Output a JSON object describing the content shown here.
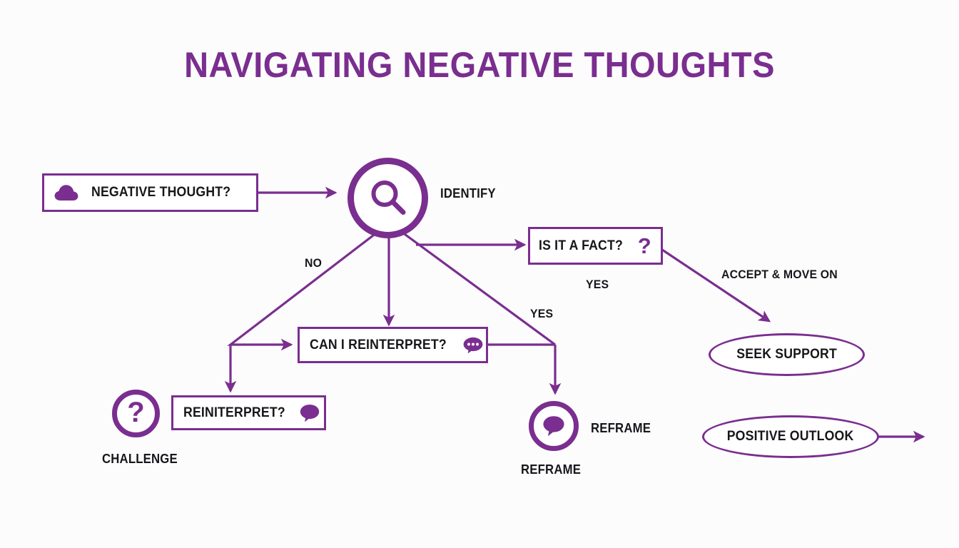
{
  "page": {
    "title": "NAVIGATING NEGATIVE THOUGHTS",
    "background_color": "#fdfcfd",
    "accent_color": "#7a2e8f",
    "text_color": "#17161a"
  },
  "nodes": {
    "negative_thought": {
      "label": "NEGATIVE THOUGHT?",
      "icon": "cloud-icon",
      "shape": "rect"
    },
    "identify_circle": {
      "icon": "magnifier-icon",
      "shape": "circle"
    },
    "identify_caption": {
      "label": "IDENTIFY"
    },
    "is_it_a_fact": {
      "label": "IS IT A FACT?",
      "icon": "question-mark-icon",
      "shape": "rect"
    },
    "can_i_reinterpret": {
      "label": "CAN I REINTERPRET?",
      "icon": "speech-bubble-dots-icon",
      "shape": "rect"
    },
    "reiniterpret": {
      "label": "REINITERPRET?",
      "icon": "speech-bubble-icon",
      "shape": "rect"
    },
    "challenge_circle": {
      "icon": "question-mark-icon",
      "shape": "circle"
    },
    "challenge_caption": {
      "label": "CHALLENGE"
    },
    "reframe_circle": {
      "icon": "speech-bubble-icon",
      "shape": "circle"
    },
    "reframe_caption_right": {
      "label": "REFRAME"
    },
    "reframe_caption_below": {
      "label": "REFRAME"
    },
    "seek_support": {
      "label": "SEEK SUPPORT",
      "shape": "ellipse"
    },
    "positive_outlook": {
      "label": "POSITIVE OUTLOOK",
      "shape": "ellipse"
    }
  },
  "edge_labels": {
    "no": "NO",
    "yes_fact": "YES",
    "yes_reframe": "YES",
    "accept_move_on": "ACCEPT & MOVE ON"
  }
}
